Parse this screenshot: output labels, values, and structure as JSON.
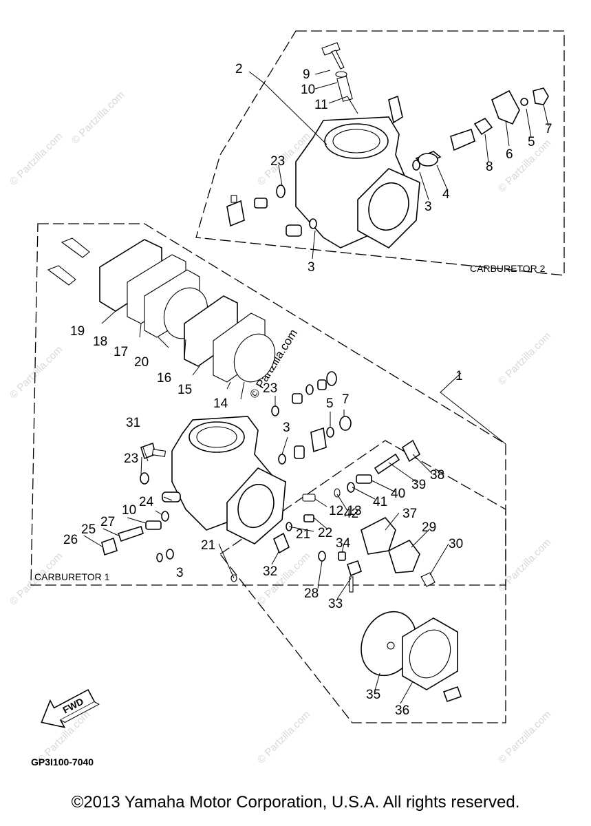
{
  "diagram": {
    "groups": [
      {
        "id": "carb2",
        "label": "CARBURETOR 2"
      },
      {
        "id": "carb1",
        "label": "CARBURETOR 1"
      }
    ],
    "callouts": [
      "1",
      "2",
      "3",
      "3",
      "3",
      "3",
      "4",
      "5",
      "5",
      "6",
      "7",
      "7",
      "8",
      "9",
      "10",
      "10",
      "11",
      "12,13",
      "14",
      "15",
      "16",
      "17",
      "18",
      "19",
      "20",
      "21",
      "21",
      "22",
      "23",
      "23",
      "23",
      "24",
      "25",
      "26",
      "27",
      "28",
      "29",
      "30",
      "31",
      "32",
      "33",
      "34",
      "35",
      "36",
      "37",
      "38",
      "39",
      "40",
      "41",
      "42"
    ],
    "fwd_label": "FWD",
    "figure_code": "GP3I100-7040",
    "watermark": "© Partzilla.com"
  },
  "footer": {
    "copyright": "©2013  Yamaha Motor Corporation, U.S.A. All rights reserved."
  }
}
